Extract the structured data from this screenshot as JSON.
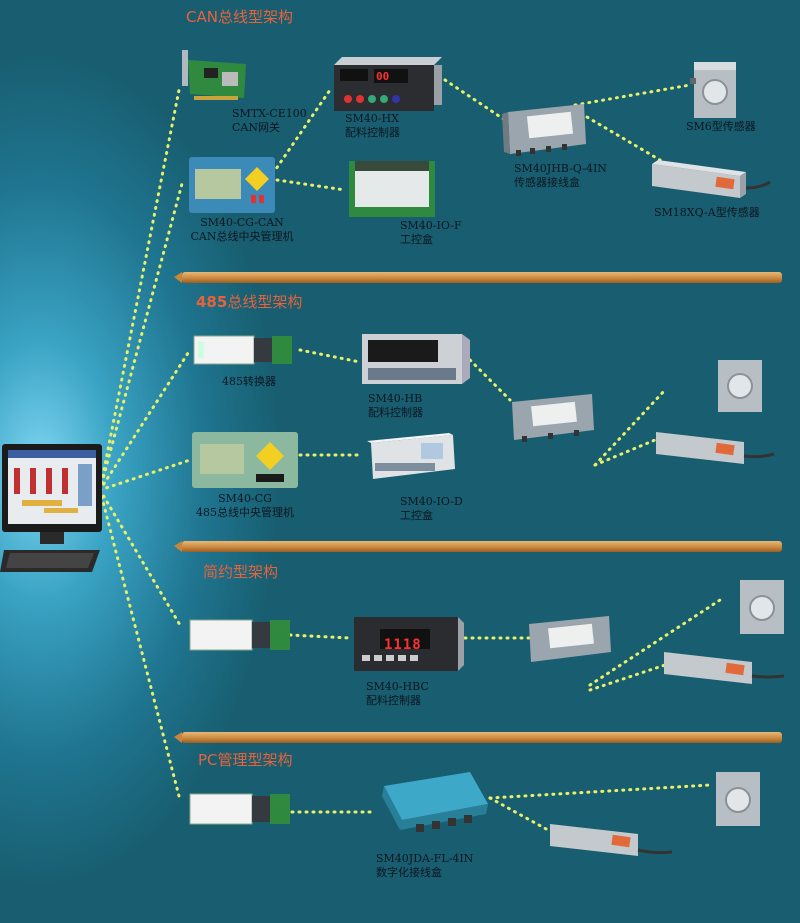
{
  "sections": {
    "can": {
      "title": "CAN总线型架构"
    },
    "rs485": {
      "title_num": "485",
      "title_rest": "总线型架构"
    },
    "simple": {
      "title": "简约型架构"
    },
    "pc": {
      "title": "PC管理型架构"
    }
  },
  "devices": {
    "smtx": {
      "model": "SMTX-CE100",
      "desc": "CAN网关"
    },
    "hx": {
      "model": "SM40-HX",
      "desc": "配料控制器",
      "display": "00"
    },
    "jhbq": {
      "model": "SM40JHB-Q-4IN",
      "desc": "传感器接线盒"
    },
    "sm6": {
      "name": "SM6型传感器"
    },
    "sm18": {
      "name": "SM18XQ-A型传感器"
    },
    "cgcan": {
      "model": "SM40-CG-CAN",
      "desc": "CAN总线中央管理机"
    },
    "iof": {
      "model": "SM40-IO-F",
      "desc": "工控盒"
    },
    "conv485": {
      "desc": "485转换器"
    },
    "hb": {
      "model": "SM40-HB",
      "desc": "配料控制器"
    },
    "cg": {
      "model": "SM40-CG",
      "desc": "485总线中央管理机"
    },
    "iod": {
      "model": "SM40-IO-D",
      "desc": "工控盒"
    },
    "hbc": {
      "model": "SM40-HBC",
      "desc": "配料控制器",
      "display": "1118"
    },
    "jda": {
      "model": "SM40JDA-FL-4IN",
      "desc": "数字化接线盒"
    }
  },
  "colors": {
    "background": "#185e70",
    "wire": "#e8f06a",
    "title": "#e8623a",
    "separator": "#c8853c"
  }
}
